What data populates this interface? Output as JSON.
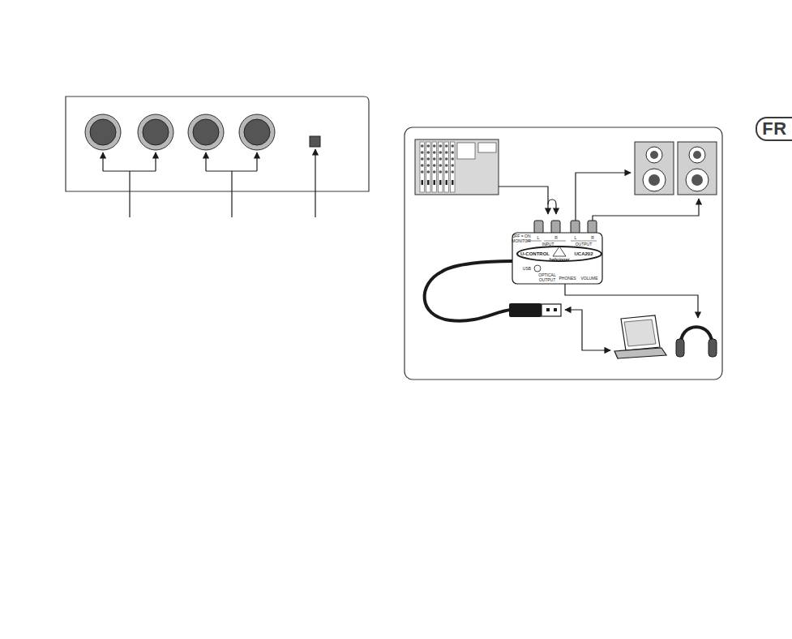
{
  "diagram": {
    "nodes": [
      {
        "text": [
          "FR"
        ]
      }
    ],
    "labels": [
      "OFF = ON",
      "MONITOR",
      "L",
      "INPUT",
      "R",
      "L",
      "OUTPUT",
      "R",
      "U-CONTROL",
      "UCA202",
      "behringer",
      "USB",
      "OPTICAL",
      "OUTPUT",
      "PHONES",
      "VOLUME"
    ]
  }
}
